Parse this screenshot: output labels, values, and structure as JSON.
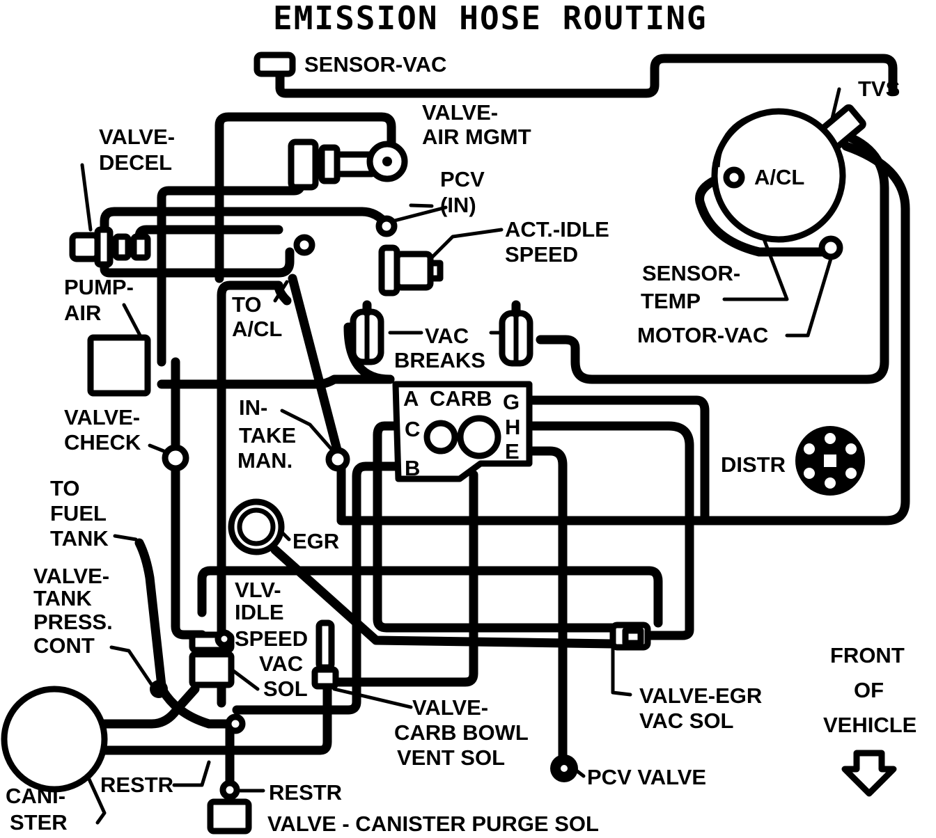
{
  "title": "EMISSION HOSE ROUTING",
  "labels": {
    "sensor_vac": "SENSOR-VAC",
    "tvs": "TVS",
    "valve_air_mgmt": [
      "VALVE-",
      "AIR MGMT"
    ],
    "valve_decel": [
      "VALVE-",
      "DECEL"
    ],
    "pcv_in": [
      "PCV",
      "(IN)"
    ],
    "act_idle_speed": [
      "ACT.-IDLE",
      "SPEED"
    ],
    "acl": "A/CL",
    "pump_air": [
      "PUMP-",
      "AIR"
    ],
    "to_acl": [
      "TO",
      "A/CL"
    ],
    "sensor_temp": [
      "SENSOR-",
      "TEMP"
    ],
    "motor_vac": "MOTOR-VAC",
    "vac_breaks": [
      "VAC",
      "BREAKS"
    ],
    "carb": "CARB",
    "carb_ports": [
      "A",
      "C",
      "B",
      "G",
      "H",
      "E"
    ],
    "valve_check": [
      "VALVE-",
      "CHECK"
    ],
    "intake_man": [
      "IN-",
      "TAKE",
      "MAN."
    ],
    "distr": "DISTR",
    "to_fuel_tank": [
      "TO",
      "FUEL",
      "TANK"
    ],
    "egr": "EGR",
    "valve_tank_press_cont": [
      "VALVE-",
      "TANK",
      "PRESS.",
      "CONT"
    ],
    "vlv_idle_speed_vac_sol": [
      "VLV-",
      "IDLE",
      "SPEED",
      "VAC",
      "SOL"
    ],
    "front_of_vehicle": [
      "FRONT",
      "OF",
      "VEHICLE"
    ],
    "valve_egr_vac_sol": [
      "VALVE-EGR",
      "VAC SOL"
    ],
    "valve_carb_bowl_vent_sol": [
      "VALVE-",
      "CARB BOWL",
      "VENT SOL"
    ],
    "canister": [
      "CANI-",
      "STER"
    ],
    "restr_1": "RESTR",
    "restr_2": "RESTR",
    "pcv_valve": "PCV VALVE",
    "valve_canister_purge_sol": "VALVE - CANISTER PURGE SOL"
  }
}
